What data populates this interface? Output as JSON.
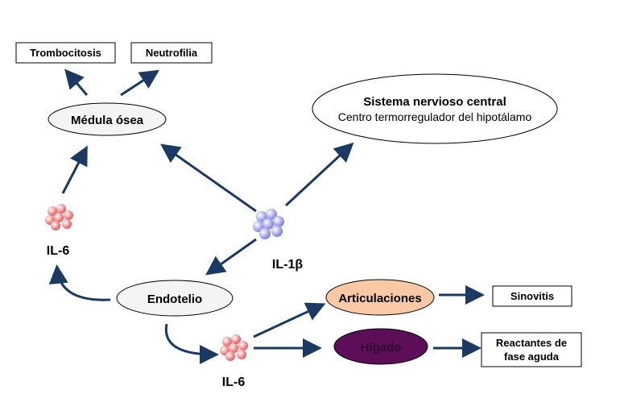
{
  "colors": {
    "arrow": "#1a3a64",
    "articulaciones": "#f9c9a6",
    "higado": "#5c0f58",
    "higado_text": "#2e0a2c",
    "il6": "#f07070",
    "il1b": "#9090e8"
  },
  "nodes": {
    "trombocitosis": "Trombocitosis",
    "neutrofilia": "Neutrofilia",
    "medula": "Médula ósea",
    "snc_title": "Sistema nervioso central",
    "snc_sub": "Centro termorregulador del hipotálamo",
    "il6_top": "IL-6",
    "il1b": "IL-1β",
    "endotelio": "Endotelio",
    "il6_bottom": "IL-6",
    "articulaciones": "Articulaciones",
    "higado": "Hígado",
    "sinovitis": "Sinovitis",
    "reactantes_1": "Reactantes de",
    "reactantes_2": "fase aguda"
  }
}
